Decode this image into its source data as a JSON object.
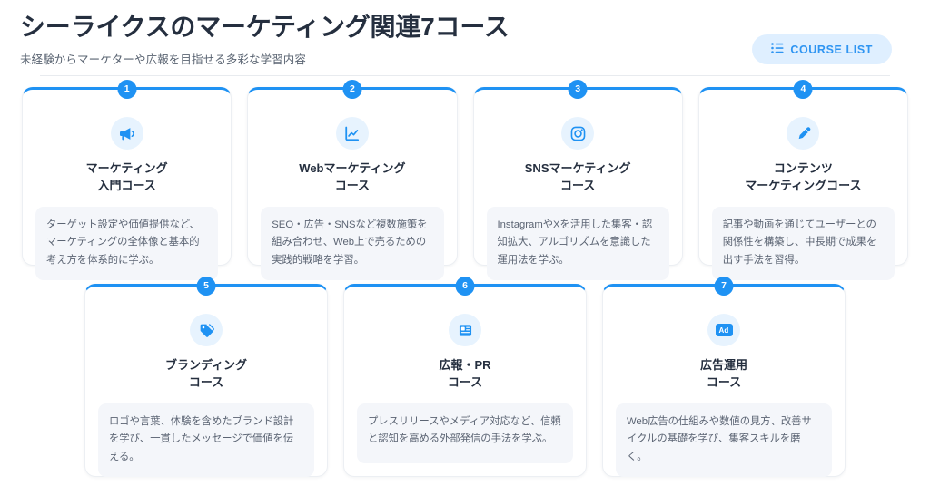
{
  "header": {
    "title": "シーライクスのマーケティング関連7コース",
    "subtitle": "未経験からマーケターや広報を目指せる多彩な学習内容",
    "button_label": "COURSE LIST",
    "button_icon": "list-icon"
  },
  "colors": {
    "accent": "#1f92f3",
    "button_bg": "#dfefff",
    "button_text": "#2f95f2",
    "icon_circle_bg": "#e7f3fe",
    "desc_bg": "#f4f6fa",
    "title_text": "#252f3f",
    "body_text": "#5b6473",
    "page_bg": "#ffffff"
  },
  "rows": [
    {
      "cards": [
        {
          "number": "1",
          "icon": "megaphone-icon",
          "title": "マーケティング\n入門コース",
          "description": "ターゲット設定や価値提供など、マーケティングの全体像と基本的考え方を体系的に学ぶ。"
        },
        {
          "number": "2",
          "icon": "chart-line-icon",
          "title": "Webマーケティング\nコース",
          "description": "SEO・広告・SNSなど複数施策を組み合わせ、Web上で売るための実践的戦略を学習。"
        },
        {
          "number": "3",
          "icon": "instagram-camera-icon",
          "title": "SNSマーケティング\nコース",
          "description": "InstagramやXを活用した集客・認知拡大、アルゴリズムを意識した運用法を学ぶ。"
        },
        {
          "number": "4",
          "icon": "pen-icon",
          "title": "コンテンツ\nマーケティングコース",
          "description": "記事や動画を通じてユーザーとの関係性を構築し、中長期で成果を出す手法を習得。"
        }
      ]
    },
    {
      "cards": [
        {
          "number": "5",
          "icon": "tags-icon",
          "title": "ブランディング\nコース",
          "description": "ロゴや言葉、体験を含めたブランド設計を学び、一貫したメッセージで価値を伝える。"
        },
        {
          "number": "6",
          "icon": "newspaper-icon",
          "title": "広報・PR\nコース",
          "description": "プレスリリースやメディア対応など、信頼と認知を高める外部発信の手法を学ぶ。"
        },
        {
          "number": "7",
          "icon": "ad-badge-icon",
          "title": "広告運用\nコース",
          "description": "Web広告の仕組みや数値の見方、改善サイクルの基礎を学び、集客スキルを磨く。"
        }
      ]
    }
  ]
}
